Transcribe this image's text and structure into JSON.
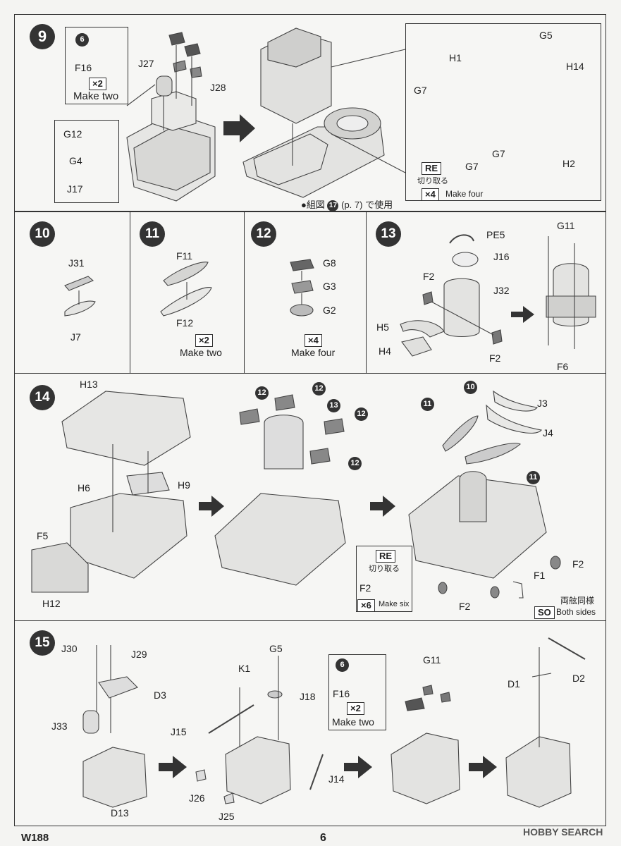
{
  "steps": {
    "s9": {
      "number": "9"
    },
    "s10": {
      "number": "10"
    },
    "s11": {
      "number": "11"
    },
    "s12": {
      "number": "12"
    },
    "s13": {
      "number": "13"
    },
    "s14": {
      "number": "14"
    },
    "s15": {
      "number": "15"
    }
  },
  "step9": {
    "sub_ref": "6",
    "labels": {
      "F16": "F16",
      "J27": "J27",
      "J28": "J28",
      "G12": "G12",
      "G4": "G4",
      "J17": "J17",
      "G5": "G5",
      "H1": "H1",
      "H14": "H14",
      "G7a": "G7",
      "G7b": "G7",
      "H2": "H2",
      "G7c": "G7"
    },
    "x2": "×2",
    "make_two": "Make two",
    "re": "RE",
    "cut_jp": "切り取る",
    "x4": "×4",
    "make_four": "Make four",
    "note_prefix": "●組図",
    "note_ref": "17",
    "note_suffix": "(p. 7) で使用"
  },
  "step10": {
    "J31": "J31",
    "J7": "J7"
  },
  "step11": {
    "F11": "F11",
    "F12": "F12",
    "x2": "×2",
    "make_two": "Make two"
  },
  "step12": {
    "G8": "G8",
    "G3": "G3",
    "G2": "G2",
    "x4": "×4",
    "make_four": "Make four"
  },
  "step13": {
    "PE5": "PE5",
    "J16": "J16",
    "F2": "F2",
    "J32": "J32",
    "H5": "H5",
    "H4": "H4",
    "F2b": "F2",
    "G11": "G11",
    "F6": "F6"
  },
  "step14": {
    "H13": "H13",
    "H6": "H6",
    "H9": "H9",
    "F5": "F5",
    "H12": "H12",
    "ref12": "12",
    "ref13": "13",
    "ref10": "10",
    "ref11": "11",
    "J3": "J3",
    "J4": "J4",
    "F2a": "F2",
    "F1": "F1",
    "F2b": "F2",
    "F2c": "F2",
    "re": "RE",
    "cut_jp": "切り取る",
    "x6": "×6",
    "make_six": "Make six",
    "both_jp": "両舷同様",
    "so": "SO",
    "both_sides": "Both sides"
  },
  "step15": {
    "J30": "J30",
    "J29": "J29",
    "D3": "D3",
    "J33": "J33",
    "D13": "D13",
    "G5": "G5",
    "K1": "K1",
    "J18": "J18",
    "J15": "J15",
    "J26": "J26",
    "J25": "J25",
    "J14": "J14",
    "sub_ref": "6",
    "F16": "F16",
    "x2": "×2",
    "make_two": "Make two",
    "G11": "G11",
    "D1": "D1",
    "D2": "D2"
  },
  "footer": {
    "code": "W188",
    "page": "6",
    "watermark": "HOBBY SEARCH"
  }
}
